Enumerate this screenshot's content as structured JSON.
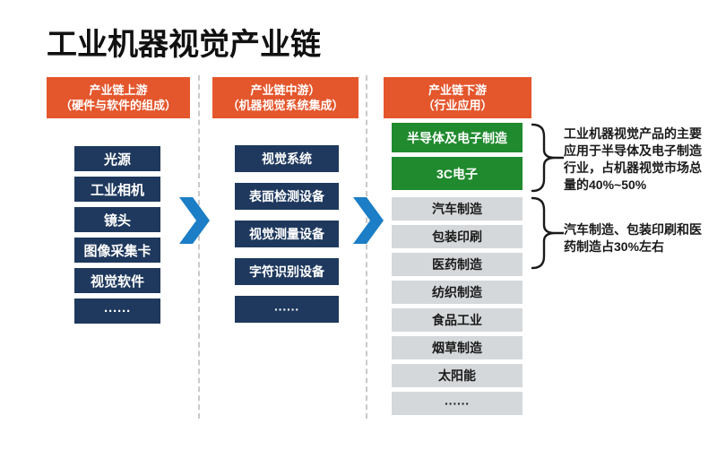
{
  "title": "工业机器视觉产业链",
  "colors": {
    "header_orange": "#E4562C",
    "box_navy": "#1F395E",
    "box_green": "#208A2E",
    "box_gray": "#D5D8DA",
    "arrow_blue": "#1B7EC6",
    "divider_gray": "#C9C9C9"
  },
  "columns": [
    {
      "header": {
        "line1": "产业链上游",
        "line2": "（硬件与软件的组成）"
      },
      "items": [
        "光源",
        "工业相机",
        "镜头",
        "图像采集卡",
        "视觉软件",
        "······"
      ]
    },
    {
      "header": {
        "line1": "产业链中游）",
        "line2": "（机器视觉系统集成）"
      },
      "items": [
        "视觉系统",
        "表面检测设备",
        "视觉测量设备",
        "字符识别设备",
        "······"
      ]
    },
    {
      "header": {
        "line1": "产业链下游",
        "line2": "（行业应用）"
      },
      "items_green": [
        "半导体及电子制造",
        "3C电子"
      ],
      "items_gray": [
        "汽车制造",
        "包装印刷",
        "医药制造",
        "纺织制造",
        "食品工业",
        "烟草制造",
        "太阳能",
        "······"
      ]
    }
  ],
  "annotations": [
    {
      "text": "工业机器视觉产品的主要应用于半导体及电子制造行业，占机器视觉市场总量的40%~50%"
    },
    {
      "text": "汽车制造、包装印刷和医药制造占30%左右"
    }
  ]
}
